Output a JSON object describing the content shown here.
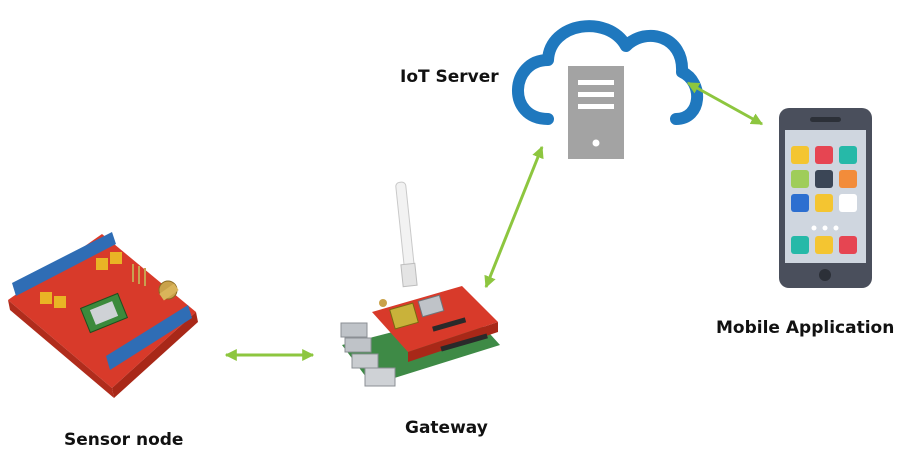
{
  "labels": {
    "iot_server": "IoT Server",
    "gateway": "Gateway",
    "sensor_node": "Sensor node",
    "mobile_application": "Mobile Application"
  },
  "colors": {
    "cloud_outline": "#1f78be",
    "server_body": "#a3a3a3",
    "arrow": "#8dc63f",
    "phone_body": "#4a4f5c",
    "phone_screen": "#cfd6df",
    "board_red": "#d83a2a",
    "header_blue": "#2f6db5",
    "jumper_yellow": "#e9b425"
  },
  "app_icon_colors": [
    "#f4c531",
    "#e64552",
    "#26b9a8",
    "#9fcd5a",
    "#3b4656",
    "#f28c3a",
    "#2d6fd0",
    "#f4c531",
    "#ffffff",
    "#26b9a8",
    "#f4c531",
    "#e64552"
  ]
}
